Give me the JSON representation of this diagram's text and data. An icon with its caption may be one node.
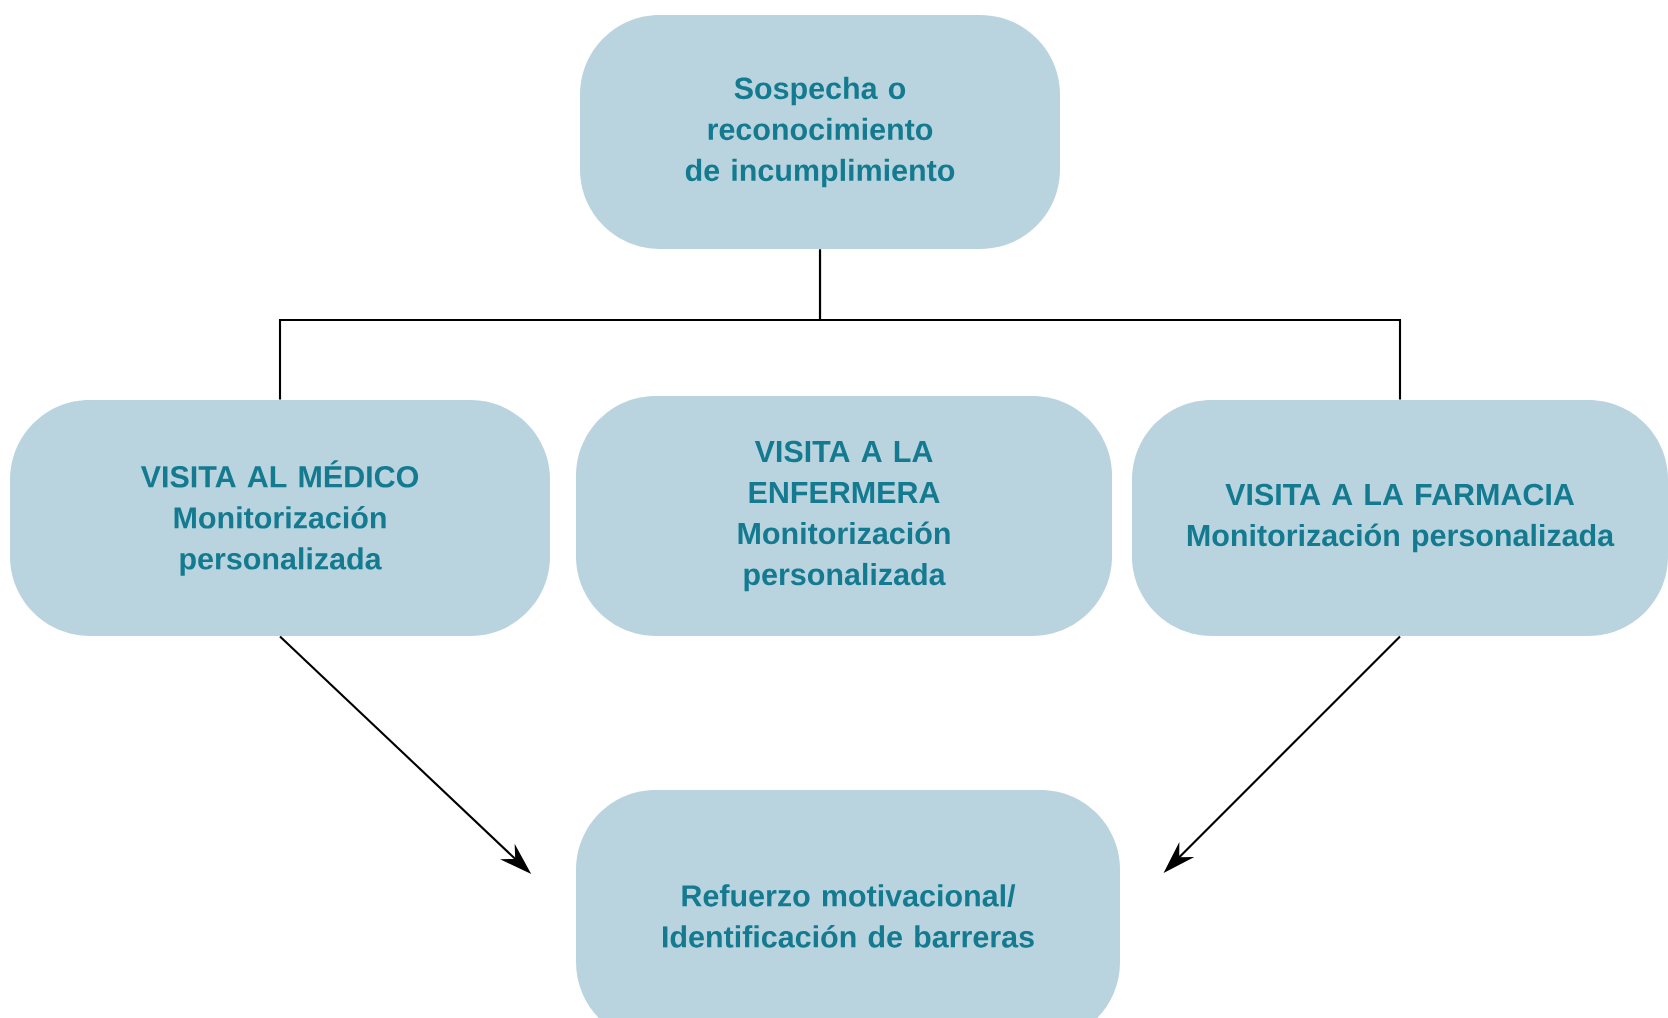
{
  "diagram": {
    "nodes": [
      {
        "text": [
          "Sospecha o reconocimiento de incumplimiento"
        ]
      },
      {
        "text": [
          "VISITA AL MÉDICO",
          "Monitorización personalizada"
        ]
      },
      {
        "text": [
          "VISITA A LA ENFERMERA",
          "Monitorización personalizada"
        ]
      },
      {
        "text": [
          "VISITA A LA FARMACIA",
          "Monitorización personalizada"
        ]
      },
      {
        "text": [
          "Refuerzo motivacional/ Identificación de barreras"
        ]
      }
    ],
    "edges": [
      {
        "from": 0,
        "to": 1,
        "arrow": "none"
      },
      {
        "from": 0,
        "to": 3,
        "arrow": "none"
      },
      {
        "from": 1,
        "to": 4,
        "arrow": "to"
      },
      {
        "from": 3,
        "to": 4,
        "arrow": "to"
      }
    ]
  }
}
